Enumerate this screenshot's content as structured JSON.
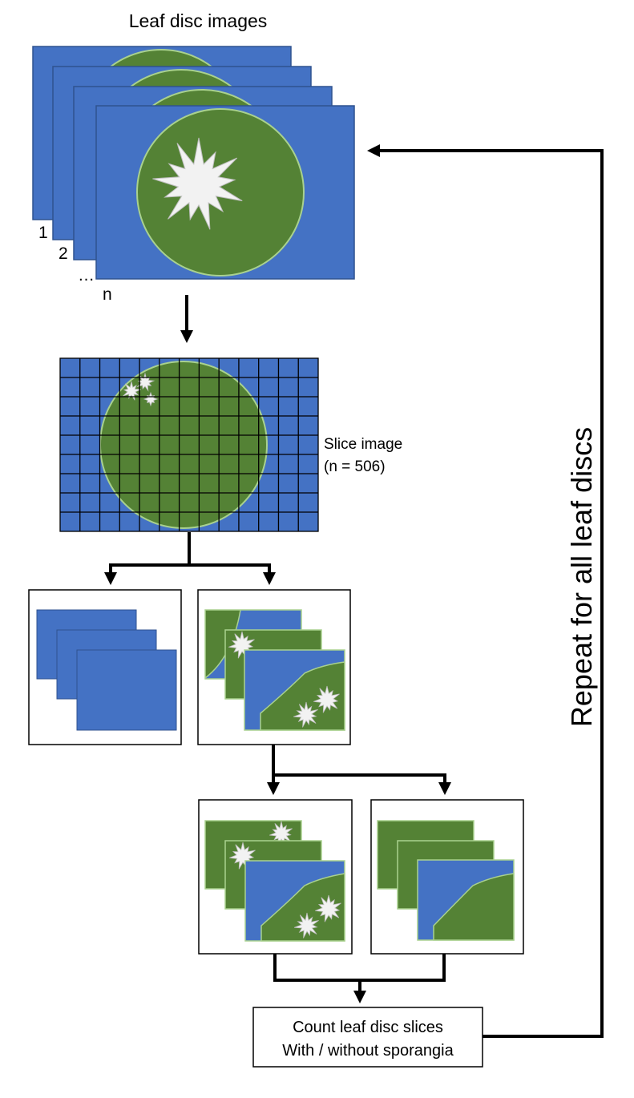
{
  "labels": {
    "title": "Leaf disc images",
    "index_1": "1",
    "index_2": "2",
    "ellipsis": "…",
    "index_n": "n",
    "slice_line1": "Slice image",
    "slice_line2": "(n = 506)",
    "count_line1": "Count leaf disc slices",
    "count_line2": "With / without sporangia",
    "repeat": "Repeat for all leaf discs"
  },
  "colors": {
    "background_blue": "#4472C4",
    "leaf_green": "#548235",
    "disc_outline": "#A9D18E",
    "sporangia": "#F2F2F2",
    "line": "#000000"
  }
}
